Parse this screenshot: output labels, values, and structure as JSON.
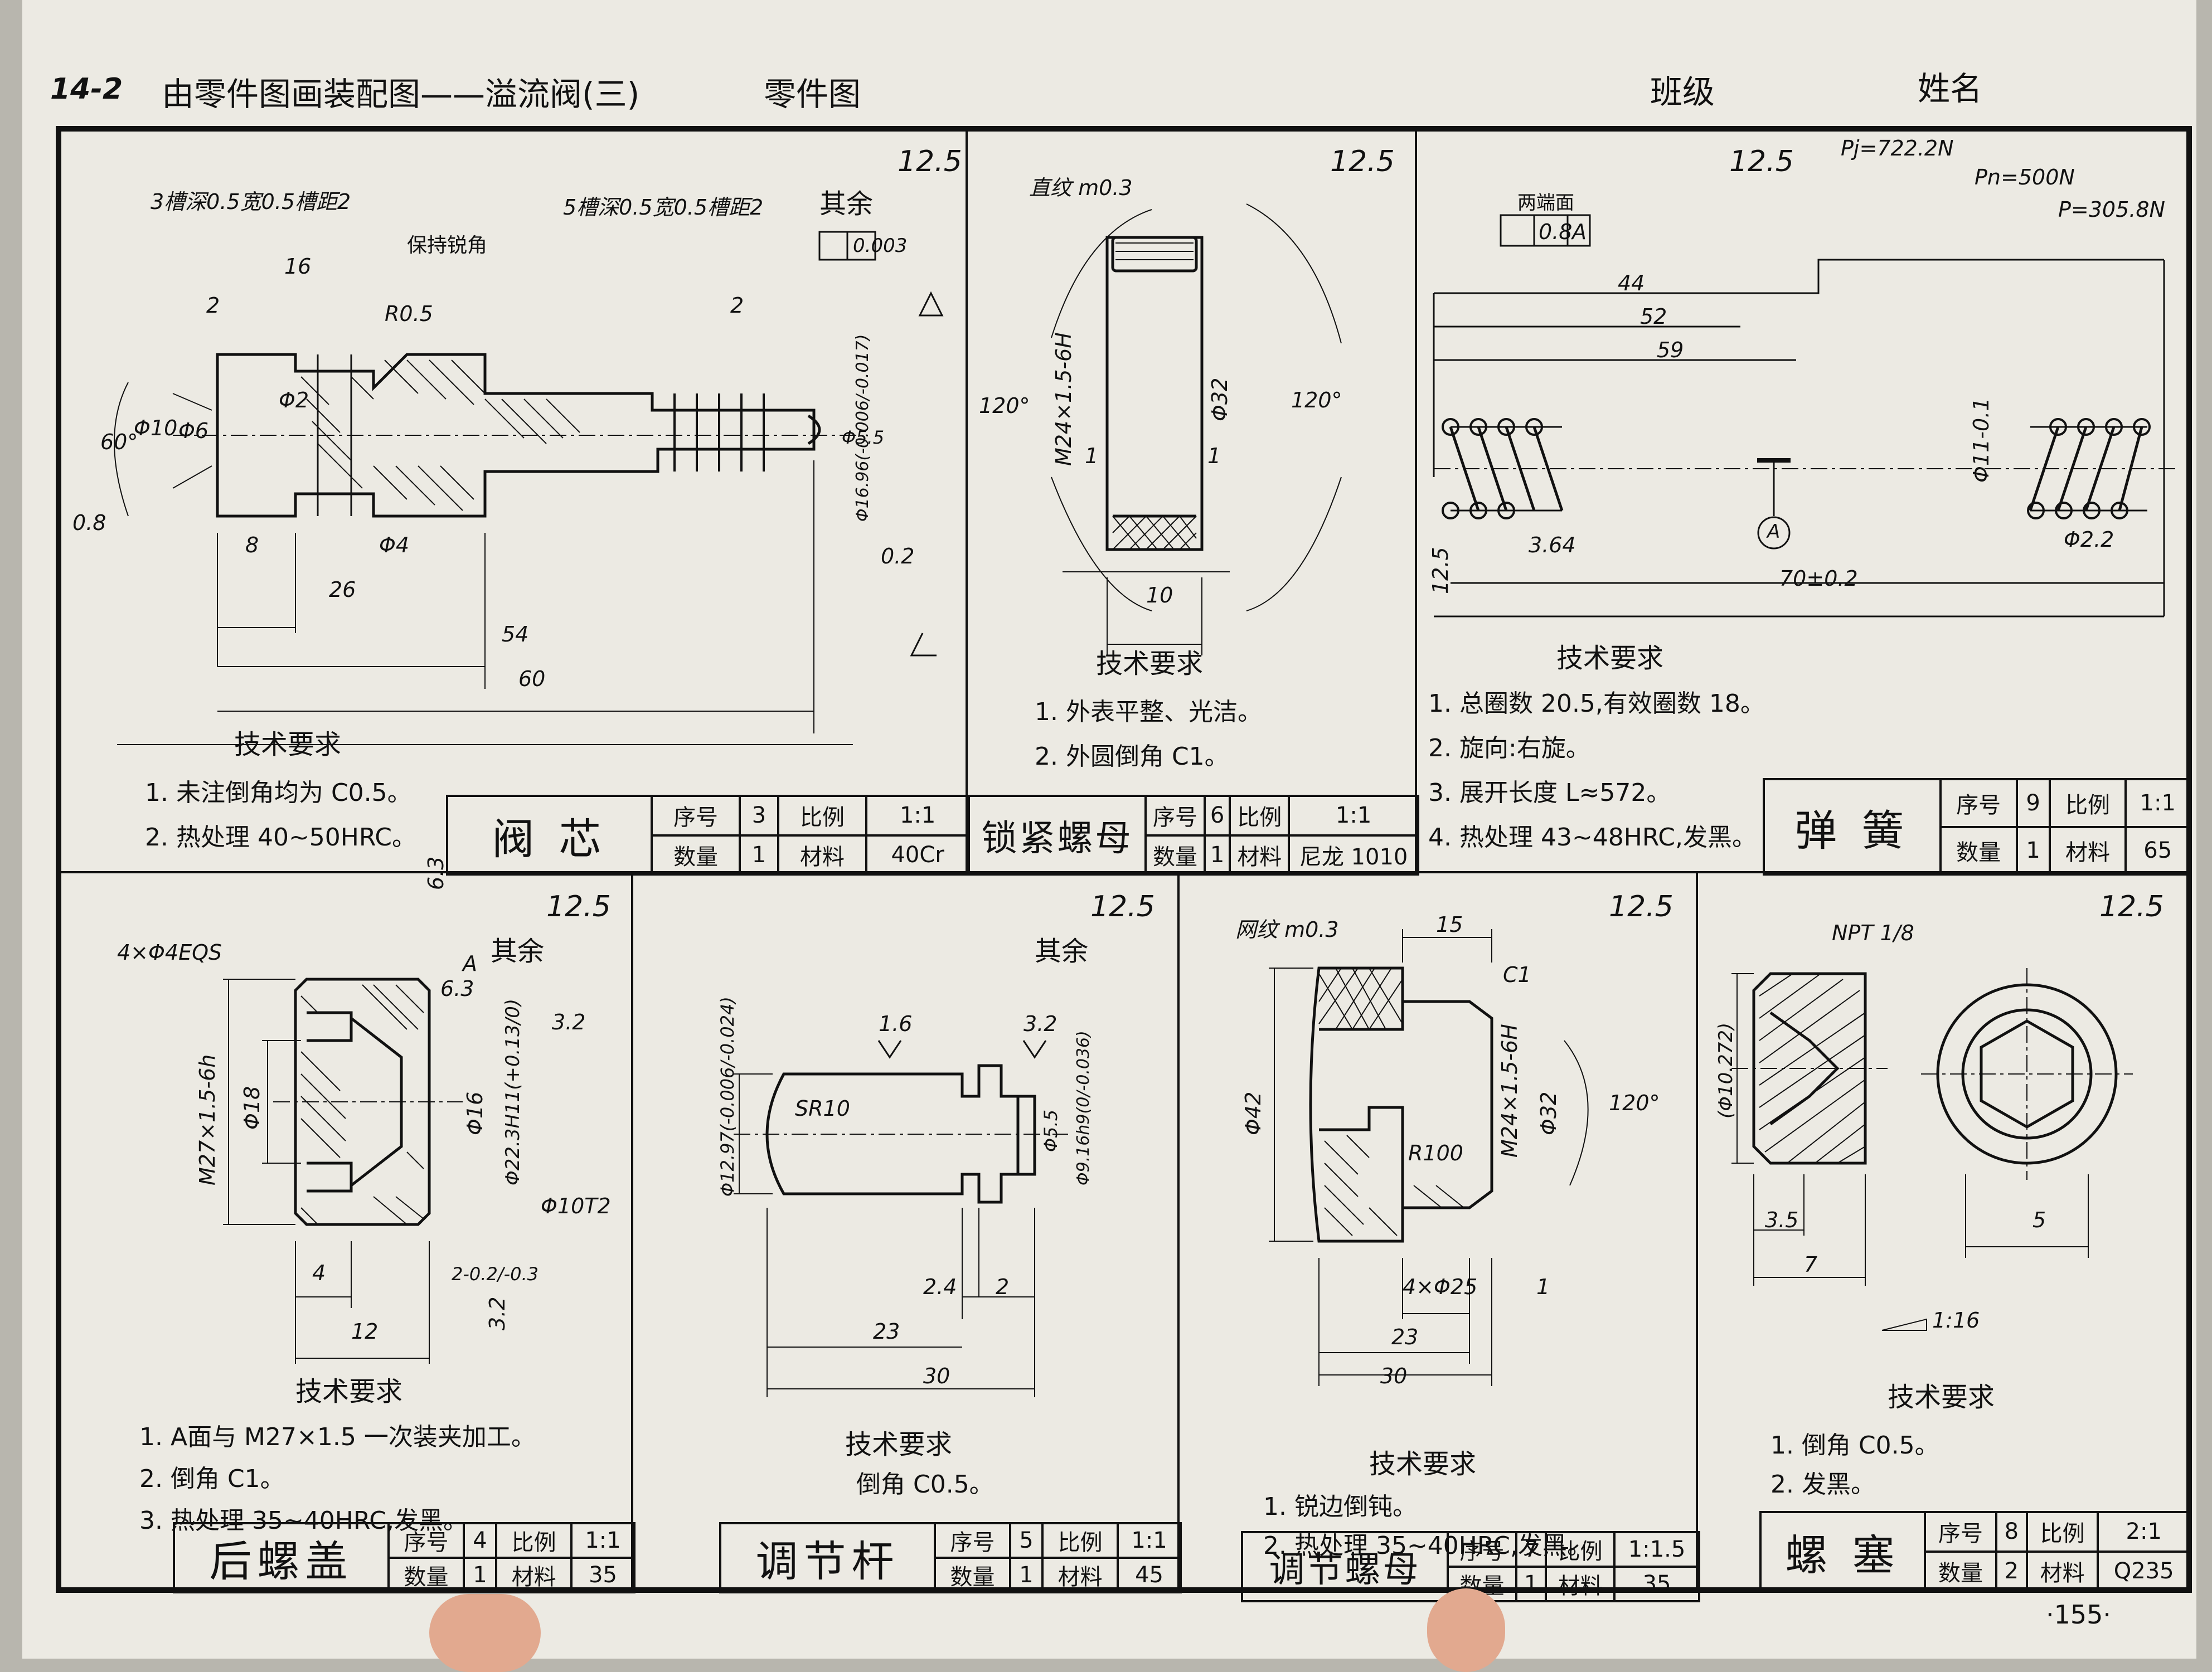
{
  "header": {
    "number": "14-2",
    "title": "由零件图画装配图——溢流阀(三)",
    "subtitle": "零件图",
    "class_label": "班级",
    "name_label": "姓名",
    "page_number": "·155·"
  },
  "valve_core": {
    "roughness": "12.5",
    "remainder": "其余",
    "groove1": "3槽深0.5宽0.5槽距2",
    "groove2": "5槽深0.5宽0.5槽距2",
    "keep_sharp": "保持锐角",
    "tol_value": "0.003",
    "dims": [
      "16",
      "2",
      "R0.5",
      "2",
      "60°",
      "Φ10",
      "Φ6",
      "Φ2",
      "0.8",
      "8",
      "Φ4",
      "26",
      "54",
      "60",
      "Φ5.5",
      "Φ16.96(-0.006/-0.017)",
      "0.2"
    ],
    "req_title": "技术要求",
    "reqs": [
      "1. 未注倒角均为 C0.5。",
      "2. 热处理 40~50HRC。"
    ],
    "title_block": {
      "name": "阀 芯",
      "seq_label": "序号",
      "seq": "3",
      "scale_label": "比例",
      "scale": "1:1",
      "qty_label": "数量",
      "qty": "1",
      "mat_label": "材料",
      "mat": "40Cr"
    }
  },
  "lock_nut": {
    "roughness": "12.5",
    "knurl": "直纹 m0.3",
    "dims": [
      "120°",
      "M24×1.5-6H",
      "Φ32",
      "120°",
      "1",
      "1",
      "10"
    ],
    "req_title": "技术要求",
    "reqs": [
      "1. 外表平整、光洁。",
      "2. 外圆倒角 C1。"
    ],
    "title_block": {
      "name": "锁紧螺母",
      "seq_label": "序号",
      "seq": "6",
      "scale_label": "比例",
      "scale": "1:1",
      "qty_label": "数量",
      "qty": "1",
      "mat_label": "材料",
      "mat": "尼龙 1010"
    }
  },
  "spring": {
    "roughness": "12.5",
    "pj": "Pj=722.2N",
    "pn": "Pn=500N",
    "p": "P=305.8N",
    "both_ends": "两端面",
    "perp_tol": "0.8",
    "datum": "A",
    "dims": [
      "44",
      "52",
      "59",
      "Φ11-0.1",
      "3.64",
      "Φ2.2",
      "70±0.2",
      "A",
      "12.5"
    ],
    "req_title": "技术要求",
    "reqs": [
      "1. 总圈数 20.5,有效圈数 18。",
      "2. 旋向:右旋。",
      "3. 展开长度 L≈572。",
      "4. 热处理 43~48HRC,发黑。"
    ],
    "title_block": {
      "name": "弹 簧",
      "seq_label": "序号",
      "seq": "9",
      "scale_label": "比例",
      "scale": "1:1",
      "qty_label": "数量",
      "qty": "1",
      "mat_label": "材料",
      "mat": "65"
    }
  },
  "rear_cap": {
    "roughness": "12.5",
    "remainder": "其余",
    "holes": "4×Φ4EQS",
    "dims": [
      "6.3",
      "A",
      "6.3",
      "3.2",
      "M27×1.5-6h",
      "Φ18",
      "Φ16",
      "Φ22.3H11(+0.13/0)",
      "Φ10T2",
      "4",
      "2-0.2/-0.3",
      "12",
      "3.2"
    ],
    "req_title": "技术要求",
    "reqs": [
      "1. A面与 M27×1.5 一次装夹加工。",
      "2. 倒角 C1。",
      "3. 热处理 35~40HRC,发黑。"
    ],
    "title_block": {
      "name": "后螺盖",
      "seq_label": "序号",
      "seq": "4",
      "scale_label": "比例",
      "scale": "1:1",
      "qty_label": "数量",
      "qty": "1",
      "mat_label": "材料",
      "mat": "35"
    }
  },
  "adjust_rod": {
    "roughness": "12.5",
    "remainder": "其余",
    "dims": [
      "1.6",
      "3.2",
      "SR10",
      "Φ12.97(-0.006/-0.024)",
      "Φ5.5",
      "Φ9.16h9(0/-0.036)",
      "2.4",
      "2",
      "23",
      "30"
    ],
    "req_title": "技术要求",
    "reqs": [
      "倒角 C0.5。"
    ],
    "title_block": {
      "name": "调节杆",
      "seq_label": "序号",
      "seq": "5",
      "scale_label": "比例",
      "scale": "1:1",
      "qty_label": "数量",
      "qty": "1",
      "mat_label": "材料",
      "mat": "45"
    }
  },
  "adjust_nut": {
    "roughness": "12.5",
    "knurl": "网纹 m0.3",
    "dims": [
      "15",
      "C1",
      "Φ42",
      "M24×1.5-6H",
      "Φ32",
      "120°",
      "R100",
      "4×Φ25",
      "1",
      "23",
      "30"
    ],
    "req_title": "技术要求",
    "reqs": [
      "1. 锐边倒钝。",
      "2. 热处理 35~40HRC,发黑。"
    ],
    "title_block": {
      "name": "调节螺母",
      "seq_label": "序号",
      "seq": "7",
      "scale_label": "比例",
      "scale": "1:1.5",
      "qty_label": "数量",
      "qty": "1",
      "mat_label": "材料",
      "mat": "35"
    }
  },
  "plug": {
    "roughness": "12.5",
    "npt": "NPT 1/8",
    "dims": [
      "(Φ10.272)",
      "3.5",
      "7",
      "5",
      "1:16"
    ],
    "req_title": "技术要求",
    "reqs": [
      "1. 倒角 C0.5。",
      "2. 发黑。"
    ],
    "title_block": {
      "name": "螺 塞",
      "seq_label": "序号",
      "seq": "8",
      "scale_label": "比例",
      "scale": "2:1",
      "qty_label": "数量",
      "qty": "2",
      "mat_label": "材料",
      "mat": "Q235"
    }
  }
}
